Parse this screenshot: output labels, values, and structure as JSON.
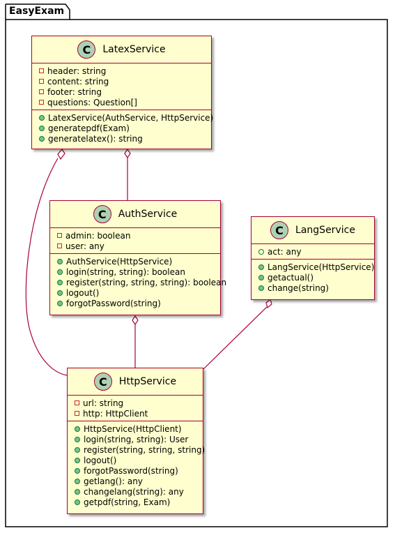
{
  "package": {
    "name": "EasyExam"
  },
  "colors": {
    "class_fill": "#FEFECE",
    "border": "#A80036",
    "badge_fill": "#ADD1B2"
  },
  "classes": {
    "latex": {
      "name": "LatexService",
      "badge": "C",
      "attributes": [
        {
          "vis": "private",
          "text": "header: string"
        },
        {
          "vis": "private",
          "text": "content: string"
        },
        {
          "vis": "private",
          "text": "footer: string"
        },
        {
          "vis": "private",
          "text": "questions: Question[]"
        }
      ],
      "methods": [
        {
          "vis": "public",
          "text": "LatexService(AuthService, HttpService)"
        },
        {
          "vis": "public",
          "text": "generatepdf(Exam)"
        },
        {
          "vis": "public",
          "text": "generatelatex(): string"
        }
      ]
    },
    "auth": {
      "name": "AuthService",
      "badge": "C",
      "attributes": [
        {
          "vis": "private",
          "text": "admin: boolean"
        },
        {
          "vis": "private",
          "text": "user: any"
        }
      ],
      "methods": [
        {
          "vis": "public",
          "text": "AuthService(HttpService)"
        },
        {
          "vis": "public",
          "text": "login(string, string): boolean"
        },
        {
          "vis": "public",
          "text": "register(string, string, string): boolean"
        },
        {
          "vis": "public",
          "text": "logout()"
        },
        {
          "vis": "public",
          "text": "forgotPassword(string)"
        }
      ]
    },
    "lang": {
      "name": "LangService",
      "badge": "C",
      "attributes": [
        {
          "vis": "public-hollow",
          "text": "act: any"
        }
      ],
      "methods": [
        {
          "vis": "public",
          "text": "LangService(HttpService)"
        },
        {
          "vis": "public",
          "text": "getactual()"
        },
        {
          "vis": "public",
          "text": "change(string)"
        }
      ]
    },
    "http": {
      "name": "HttpService",
      "badge": "C",
      "attributes": [
        {
          "vis": "private",
          "text": "url: string"
        },
        {
          "vis": "private",
          "text": "http: HttpClient"
        }
      ],
      "methods": [
        {
          "vis": "public",
          "text": "HttpService(HttpClient)"
        },
        {
          "vis": "public",
          "text": "login(string, string): User"
        },
        {
          "vis": "public",
          "text": "register(string, string, string)"
        },
        {
          "vis": "public",
          "text": "logout()"
        },
        {
          "vis": "public",
          "text": "forgotPassword(string)"
        },
        {
          "vis": "public",
          "text": "getlang(): any"
        },
        {
          "vis": "public",
          "text": "changelang(string): any"
        },
        {
          "vis": "public",
          "text": "getpdf(string, Exam)"
        }
      ]
    }
  },
  "relations": [
    {
      "from": "latex",
      "to": "http",
      "type": "aggregation"
    },
    {
      "from": "latex",
      "to": "auth",
      "type": "aggregation"
    },
    {
      "from": "auth",
      "to": "http",
      "type": "aggregation"
    },
    {
      "from": "lang",
      "to": "http",
      "type": "aggregation"
    }
  ]
}
